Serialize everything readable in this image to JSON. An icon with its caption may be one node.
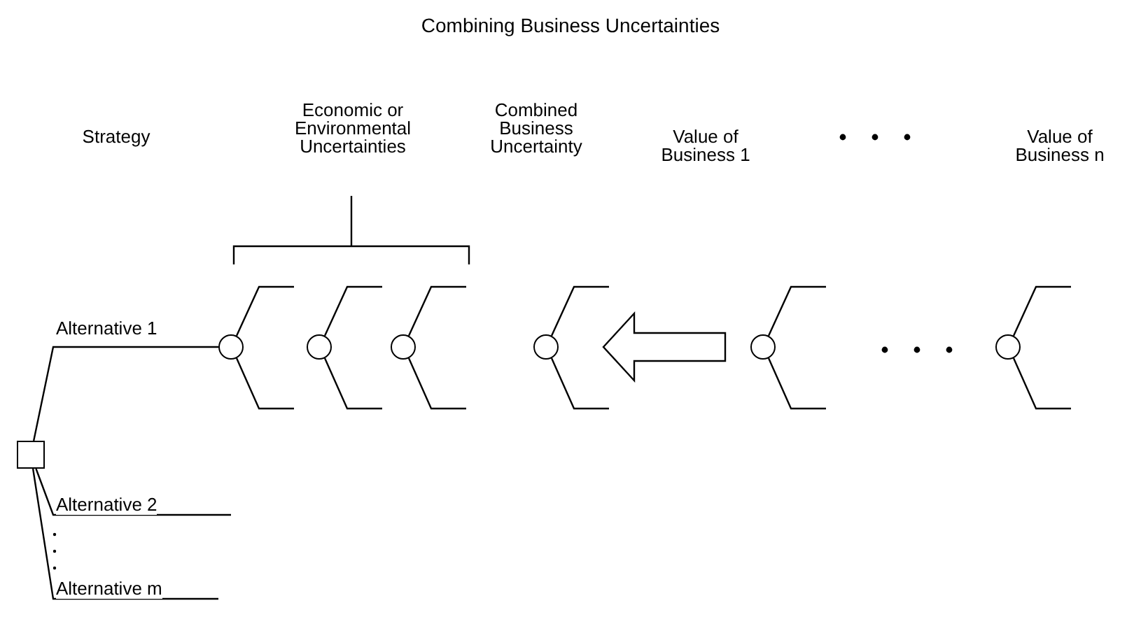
{
  "diagram": {
    "title": "Combining Business Uncertainties",
    "nodes": [
      {
        "text": [],
        "shape": "box"
      },
      {
        "text": [],
        "shape": "circle"
      },
      {
        "text": [],
        "shape": "circle"
      },
      {
        "text": [],
        "shape": "circle"
      },
      {
        "text": [],
        "shape": "circle"
      },
      {
        "text": [],
        "shape": "circle"
      },
      {
        "text": [],
        "shape": "circle"
      }
    ],
    "edges": [
      {
        "from": 0,
        "to": 1,
        "arrow": "none",
        "label": "Alternative 1"
      },
      {
        "from": 0,
        "to": null,
        "arrow": "none",
        "label": "Alternative 2"
      },
      {
        "from": 0,
        "to": null,
        "arrow": "none",
        "label": "Alternative m"
      },
      {
        "from": 5,
        "to": 4,
        "arrow": "to",
        "style": "thick"
      }
    ],
    "labels": [
      "Strategy",
      "Economic or Environmental Uncertainties",
      "Combined Business Uncertainty",
      "Value of Business 1",
      "Value of Business n"
    ]
  }
}
